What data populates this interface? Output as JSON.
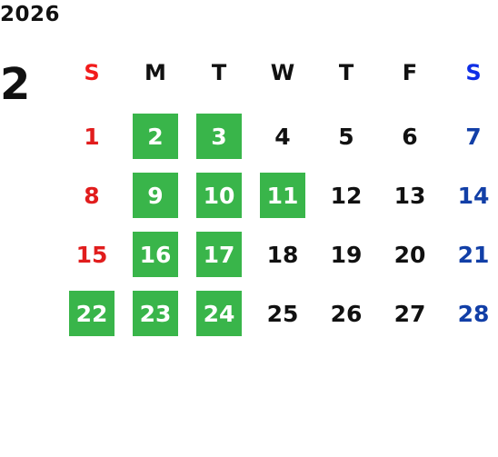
{
  "calendar": {
    "year": "2026",
    "month": "2",
    "weekdays": [
      "S",
      "M",
      "T",
      "W",
      "T",
      "F",
      "S"
    ],
    "days": [
      "1",
      "2",
      "3",
      "4",
      "5",
      "6",
      "7",
      "8",
      "9",
      "10",
      "11",
      "12",
      "13",
      "14",
      "15",
      "16",
      "17",
      "18",
      "19",
      "20",
      "21",
      "22",
      "23",
      "24",
      "25",
      "26",
      "27",
      "28"
    ],
    "highlighted_days": [
      "2",
      "3",
      "9",
      "10",
      "11",
      "16",
      "17",
      "22",
      "23",
      "24"
    ],
    "colors": {
      "highlight": "#39b54a",
      "sunday": "#e11d1d",
      "saturday": "#123fa7",
      "weekday": "#111111"
    }
  }
}
